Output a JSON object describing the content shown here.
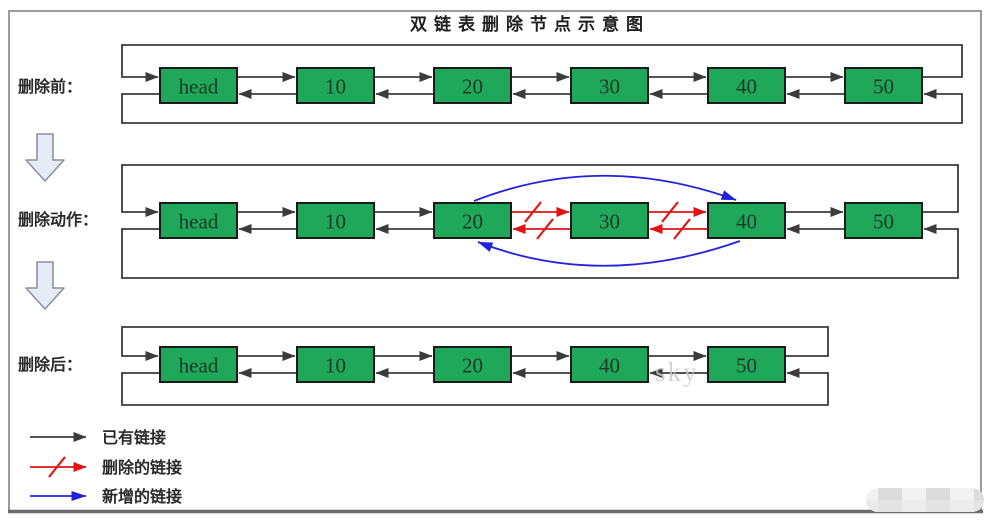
{
  "title": "双链表删除节点示意图",
  "rows": [
    {
      "label": "删除前：",
      "nodes": [
        "head",
        "10",
        "20",
        "30",
        "40",
        "50"
      ],
      "deleted_gaps": [],
      "added_links": false
    },
    {
      "label": "删除动作：",
      "nodes": [
        "head",
        "10",
        "20",
        "30",
        "40",
        "50"
      ],
      "deleted_gaps": [
        2,
        3
      ],
      "added_links": true,
      "added_from_index": 2,
      "added_to_index": 4
    },
    {
      "label": "删除后：",
      "nodes": [
        "head",
        "10",
        "20",
        "40",
        "50"
      ],
      "deleted_gaps": [],
      "added_links": false
    }
  ],
  "legend": [
    {
      "label": "已有链接",
      "color": "#3b3b3b",
      "style": "plain"
    },
    {
      "label": "删除的链接",
      "color": "#e11212",
      "style": "slashed"
    },
    {
      "label": "新增的链接",
      "color": "#2222dd",
      "style": "plain"
    }
  ],
  "watermark": "sky",
  "colors": {
    "node_fill": "#1fa75a",
    "node_stroke": "#1a1a1a",
    "node_text": "#1d3a26",
    "link": "#3b3b3b",
    "deleted": "#e11212",
    "added": "#2222dd",
    "down_arrow_fill": "#e7ebf6",
    "down_arrow_stroke": "#8b919e",
    "border": "#9b9b9b",
    "border_bottom": "#6b6b6b",
    "blur_base": "#e9e9e9"
  }
}
